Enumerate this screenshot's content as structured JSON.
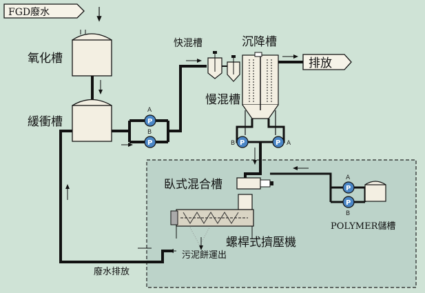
{
  "colors": {
    "background": "#cfe3d6",
    "inset_region": "#bcd3c9",
    "pump_fill": "#4a86c6",
    "pipe": "#111111",
    "tank_fill": "#f3efe2"
  },
  "labels": {
    "fgd_wastewater": "FGD廢水",
    "oxidation_tank": "氧化槽",
    "buffer_tank": "緩衝槽",
    "rapid_mix_tank": "快混槽",
    "sedimentation_tank": "沉降槽",
    "slow_mix_tank": "慢混槽",
    "discharge": "排放",
    "horizontal_mix_tank": "臥式混合槽",
    "screw_press": "螺桿式擠壓機",
    "polymer_tank": "POLYMER儲槽",
    "sludge_cake_out": "污泥餅運出",
    "wastewater_discharge": "廢水排放"
  },
  "pumps": {
    "symbol": "P",
    "buffer_a": "A",
    "buffer_b": "B",
    "settle_b": "B",
    "settle_a": "A",
    "polymer_a": "A",
    "polymer_b": "B"
  }
}
